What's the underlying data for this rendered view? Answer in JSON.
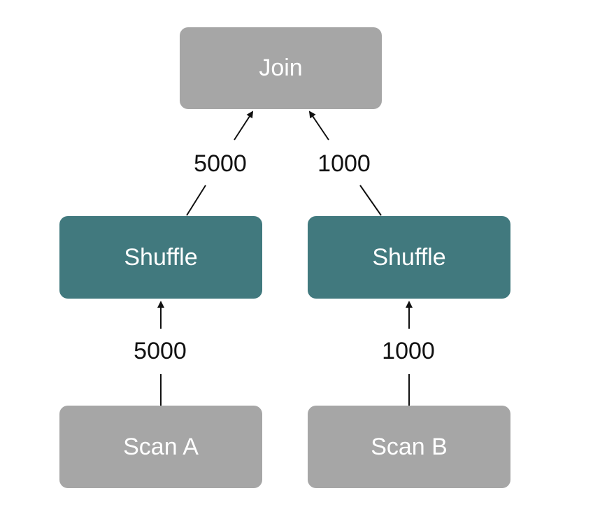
{
  "colors": {
    "gray_node": "#a6a6a6",
    "teal_node": "#41797e",
    "line": "#111111"
  },
  "nodes": {
    "join": "Join",
    "shuffle_left": "Shuffle",
    "shuffle_right": "Shuffle",
    "scan_a": "Scan A",
    "scan_b": "Scan B"
  },
  "edges": {
    "scan_a_to_shuffle": "5000",
    "scan_b_to_shuffle": "1000",
    "shuffle_left_to_join": "5000",
    "shuffle_right_to_join": "1000"
  }
}
